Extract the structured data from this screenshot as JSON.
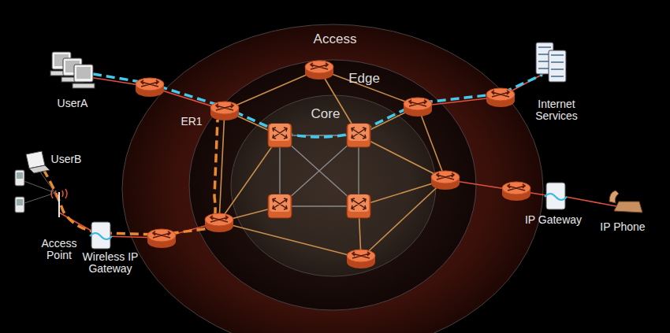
{
  "diagram": {
    "nodes": [
      {
        "text": [
          "Access"
        ]
      },
      {
        "text": [
          "Edge"
        ],
        "in": 0
      },
      {
        "text": [
          "Core"
        ],
        "in": 1
      }
    ],
    "labels": [
      "UserA",
      "ER1",
      "UserB",
      "Internet Services",
      "IP Gateway",
      "IP Phone",
      "Access Point",
      "Wireless IP Gateway"
    ]
  }
}
